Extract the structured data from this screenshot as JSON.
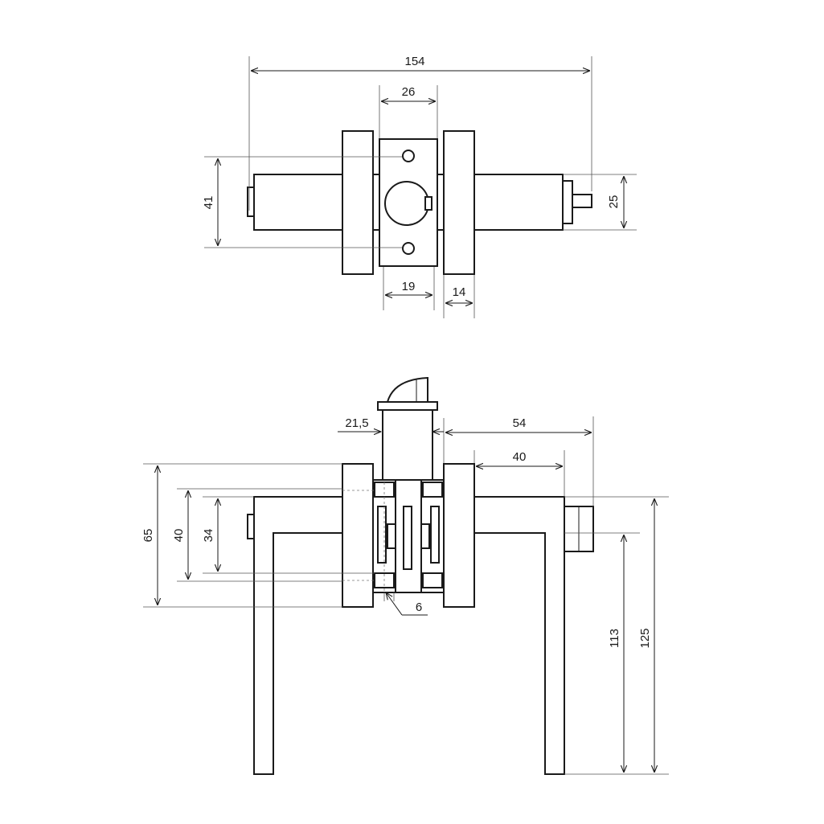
{
  "colors": {
    "line": "#1a1a1a",
    "background": "#ffffff"
  },
  "top_view": {
    "dim_overall_width": "154",
    "dim_plate_width": "26",
    "dim_body_height": "41",
    "dim_spindle_height": "25",
    "dim_bottom_left": "19",
    "dim_rose_thickness": "14"
  },
  "side_view": {
    "dim_thumbturn_offset": "21,5",
    "dim_right_total": "54",
    "dim_right_inner": "40",
    "dim_rose_height": "65",
    "dim_height_40": "40",
    "dim_height_34": "34",
    "dim_small": "6",
    "dim_lever_inner": "113",
    "dim_lever_outer": "125"
  }
}
